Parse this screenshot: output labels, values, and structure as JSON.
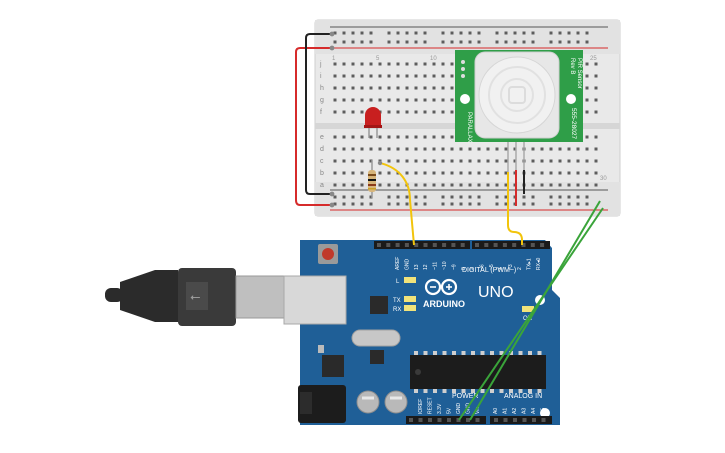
{
  "arduino": {
    "logo_text": "ARDUINO",
    "model": "UNO",
    "digital_label": "DIGITAL (PWM~)",
    "power_label": "POWER",
    "analog_label": "ANALOG IN",
    "led_l": "L",
    "led_tx": "TX",
    "led_rx": "RX",
    "on_label": "ON",
    "digital_pins": [
      "AREF",
      "GND",
      "13",
      "12",
      "~11",
      "~10",
      "~9",
      "8",
      "7",
      "~6",
      "~5",
      "4",
      "~3",
      "2",
      "TX▸1",
      "RX◂0"
    ],
    "power_pins": [
      "IOREF",
      "RESET",
      "3.3V",
      "5V",
      "GND",
      "GND",
      "Vin"
    ],
    "analog_pins": [
      "A0",
      "A1",
      "A2",
      "A3",
      "A4",
      "A5"
    ]
  },
  "sensor": {
    "name": "PIR Sensor",
    "maker": "PARALLAX",
    "part": "555-28027",
    "side_text": "Rev B"
  },
  "breadboard": {
    "row_letters_top": [
      "j",
      "i",
      "h",
      "g",
      "f"
    ],
    "row_letters_bottom": [
      "e",
      "d",
      "c",
      "b",
      "a"
    ],
    "column_numbers": [
      "1",
      "5",
      "10",
      "15",
      "20",
      "25",
      "30"
    ]
  },
  "colors": {
    "board": "#1f5f97",
    "wire_red": "#d62b2b",
    "wire_black": "#222222",
    "wire_yellow": "#f2c40c",
    "wire_green": "#3aa43a",
    "pir_pcb": "#2f9e48",
    "led": "#c81f1f"
  }
}
